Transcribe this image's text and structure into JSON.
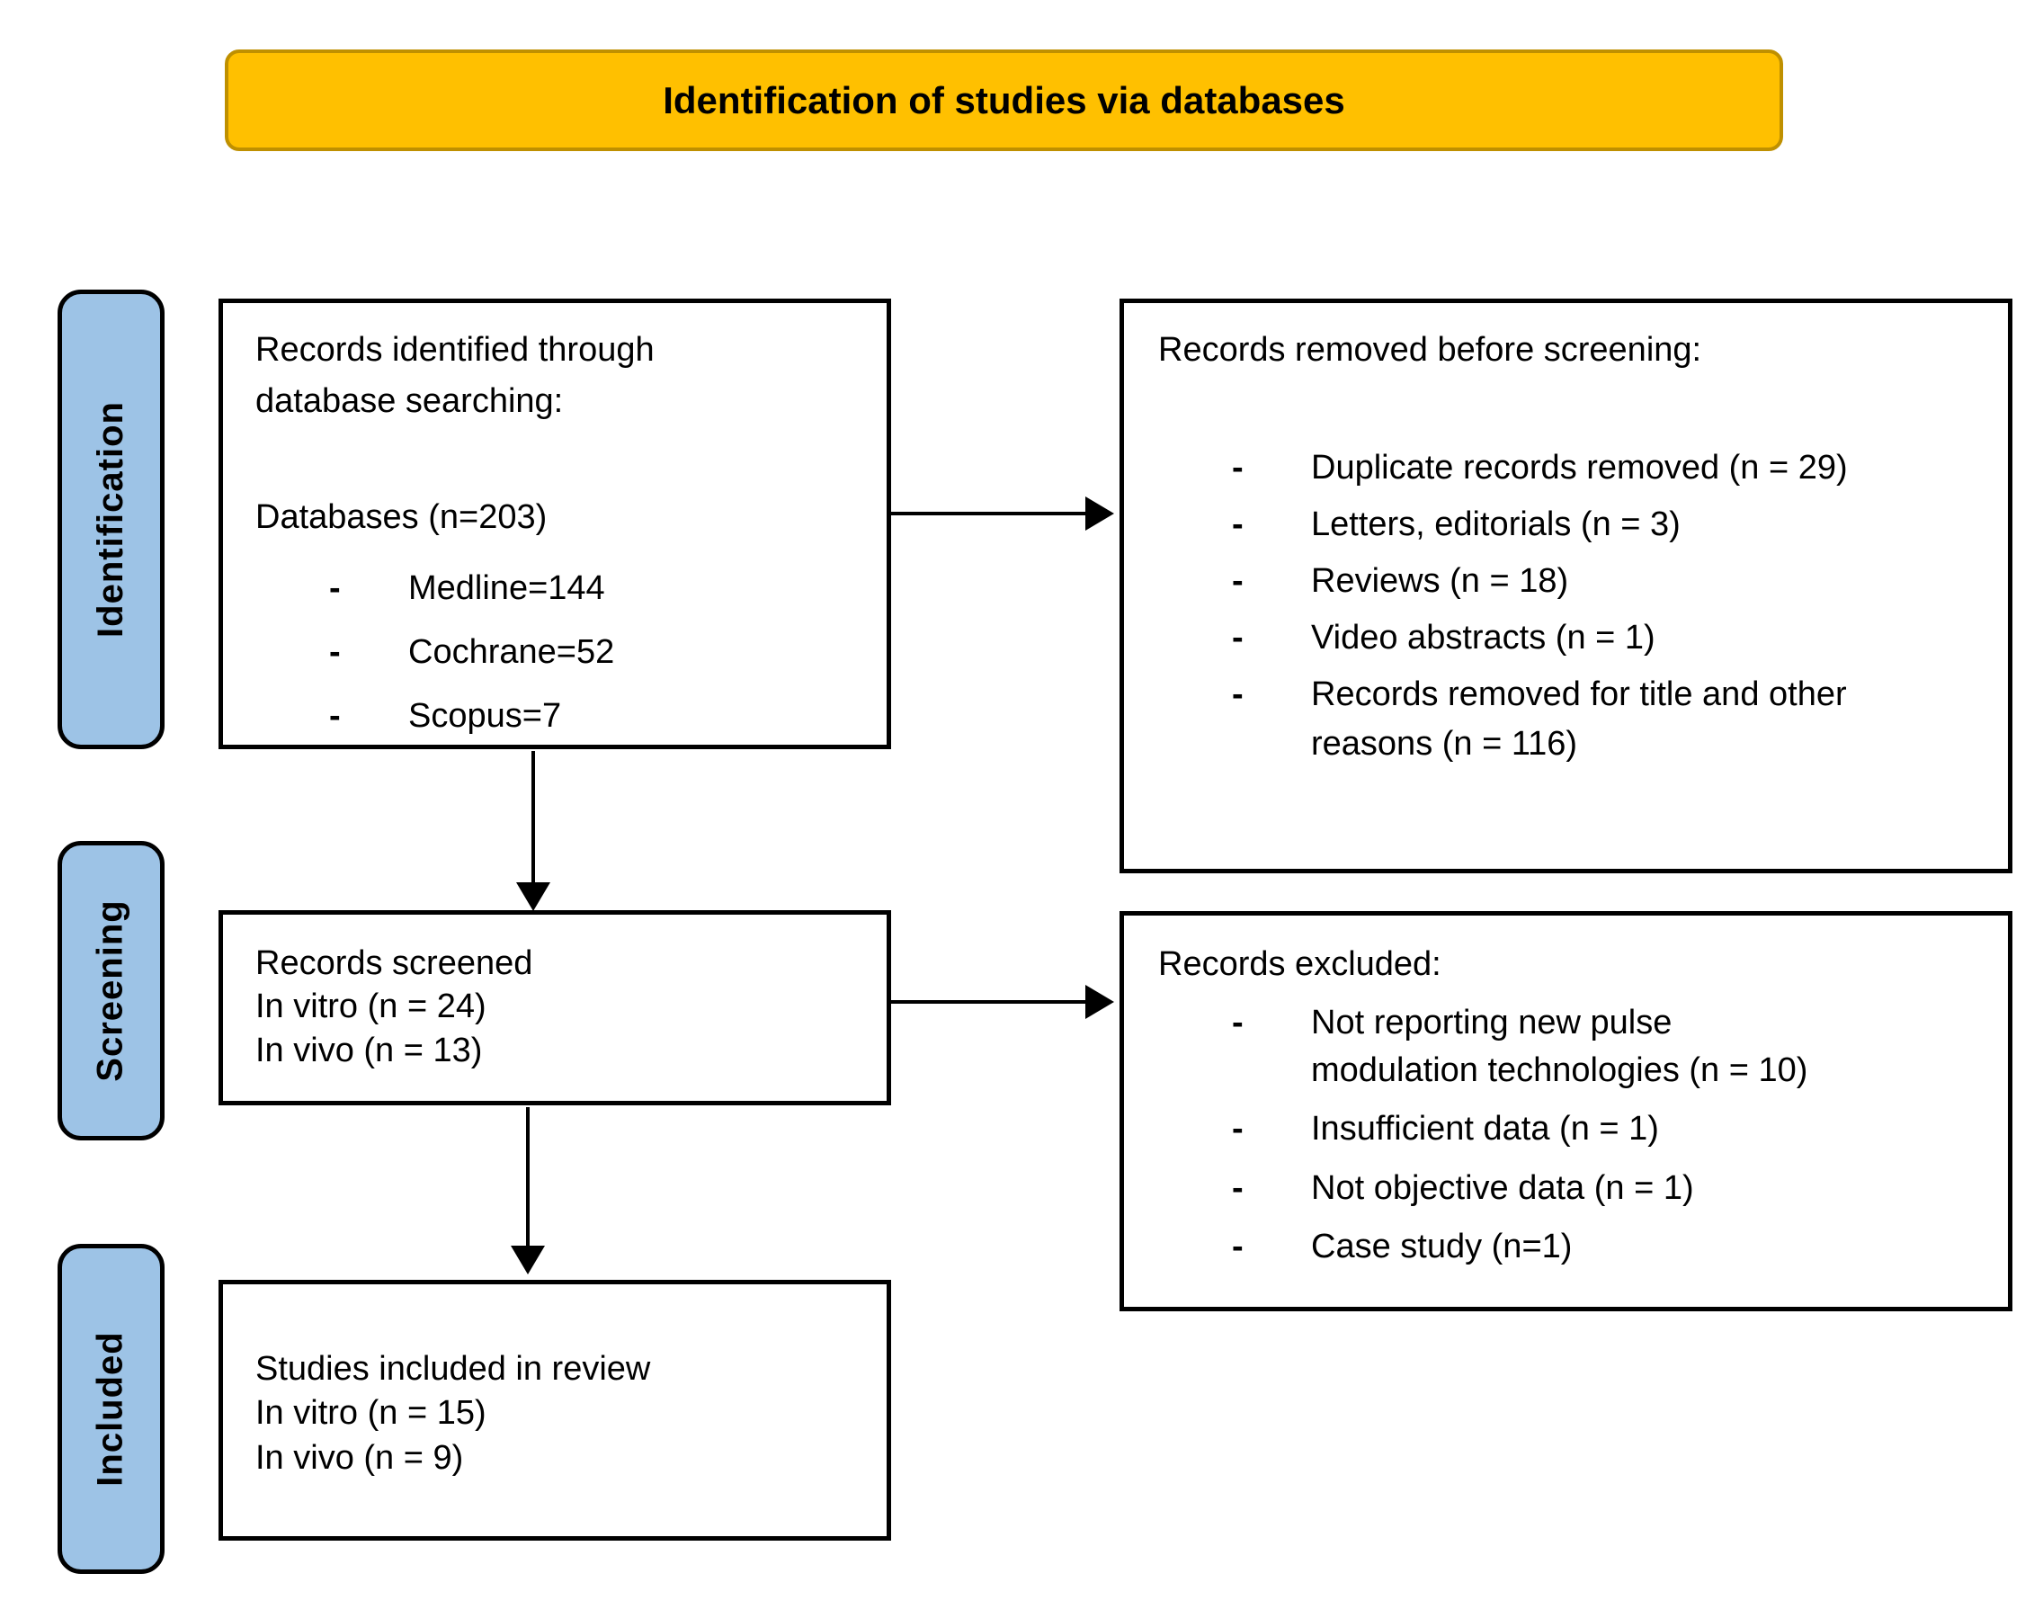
{
  "title": "Identification of studies via databases",
  "ui": {
    "bullet_marker": "-"
  },
  "colors": {
    "banner_fill": "#FFC000",
    "banner_border": "#BF9000",
    "stage_fill": "#9DC3E6",
    "box_border": "#000000",
    "text": "#000000"
  },
  "stages": [
    {
      "label": "Identification"
    },
    {
      "label": "Screening"
    },
    {
      "label": "Included"
    }
  ],
  "boxes": {
    "identified": {
      "heading": "Records identified through database searching:",
      "subheading": "Databases (n=203)",
      "items": [
        "Medline=144",
        "Cochrane=52",
        "Scopus=7"
      ]
    },
    "removed": {
      "heading": "Records removed before screening:",
      "items": [
        "Duplicate records removed (n = 29)",
        "Letters, editorials (n = 3)",
        "Reviews (n = 18)",
        "Video abstracts (n = 1)",
        "Records removed for title and other\nreasons (n = 116)"
      ]
    },
    "screened": {
      "lines": [
        "Records screened",
        "In vitro (n = 24)",
        "In vivo (n = 13)"
      ]
    },
    "excluded": {
      "heading": "Records excluded:",
      "items": [
        "Not reporting new pulse\nmodulation technologies (n = 10)",
        "Insufficient data (n = 1)",
        "Not objective data (n = 1)",
        "Case study (n=1)"
      ]
    },
    "included": {
      "lines": [
        "Studies included in review",
        "In vitro (n = 15)",
        "In vivo (n = 9)"
      ]
    }
  }
}
